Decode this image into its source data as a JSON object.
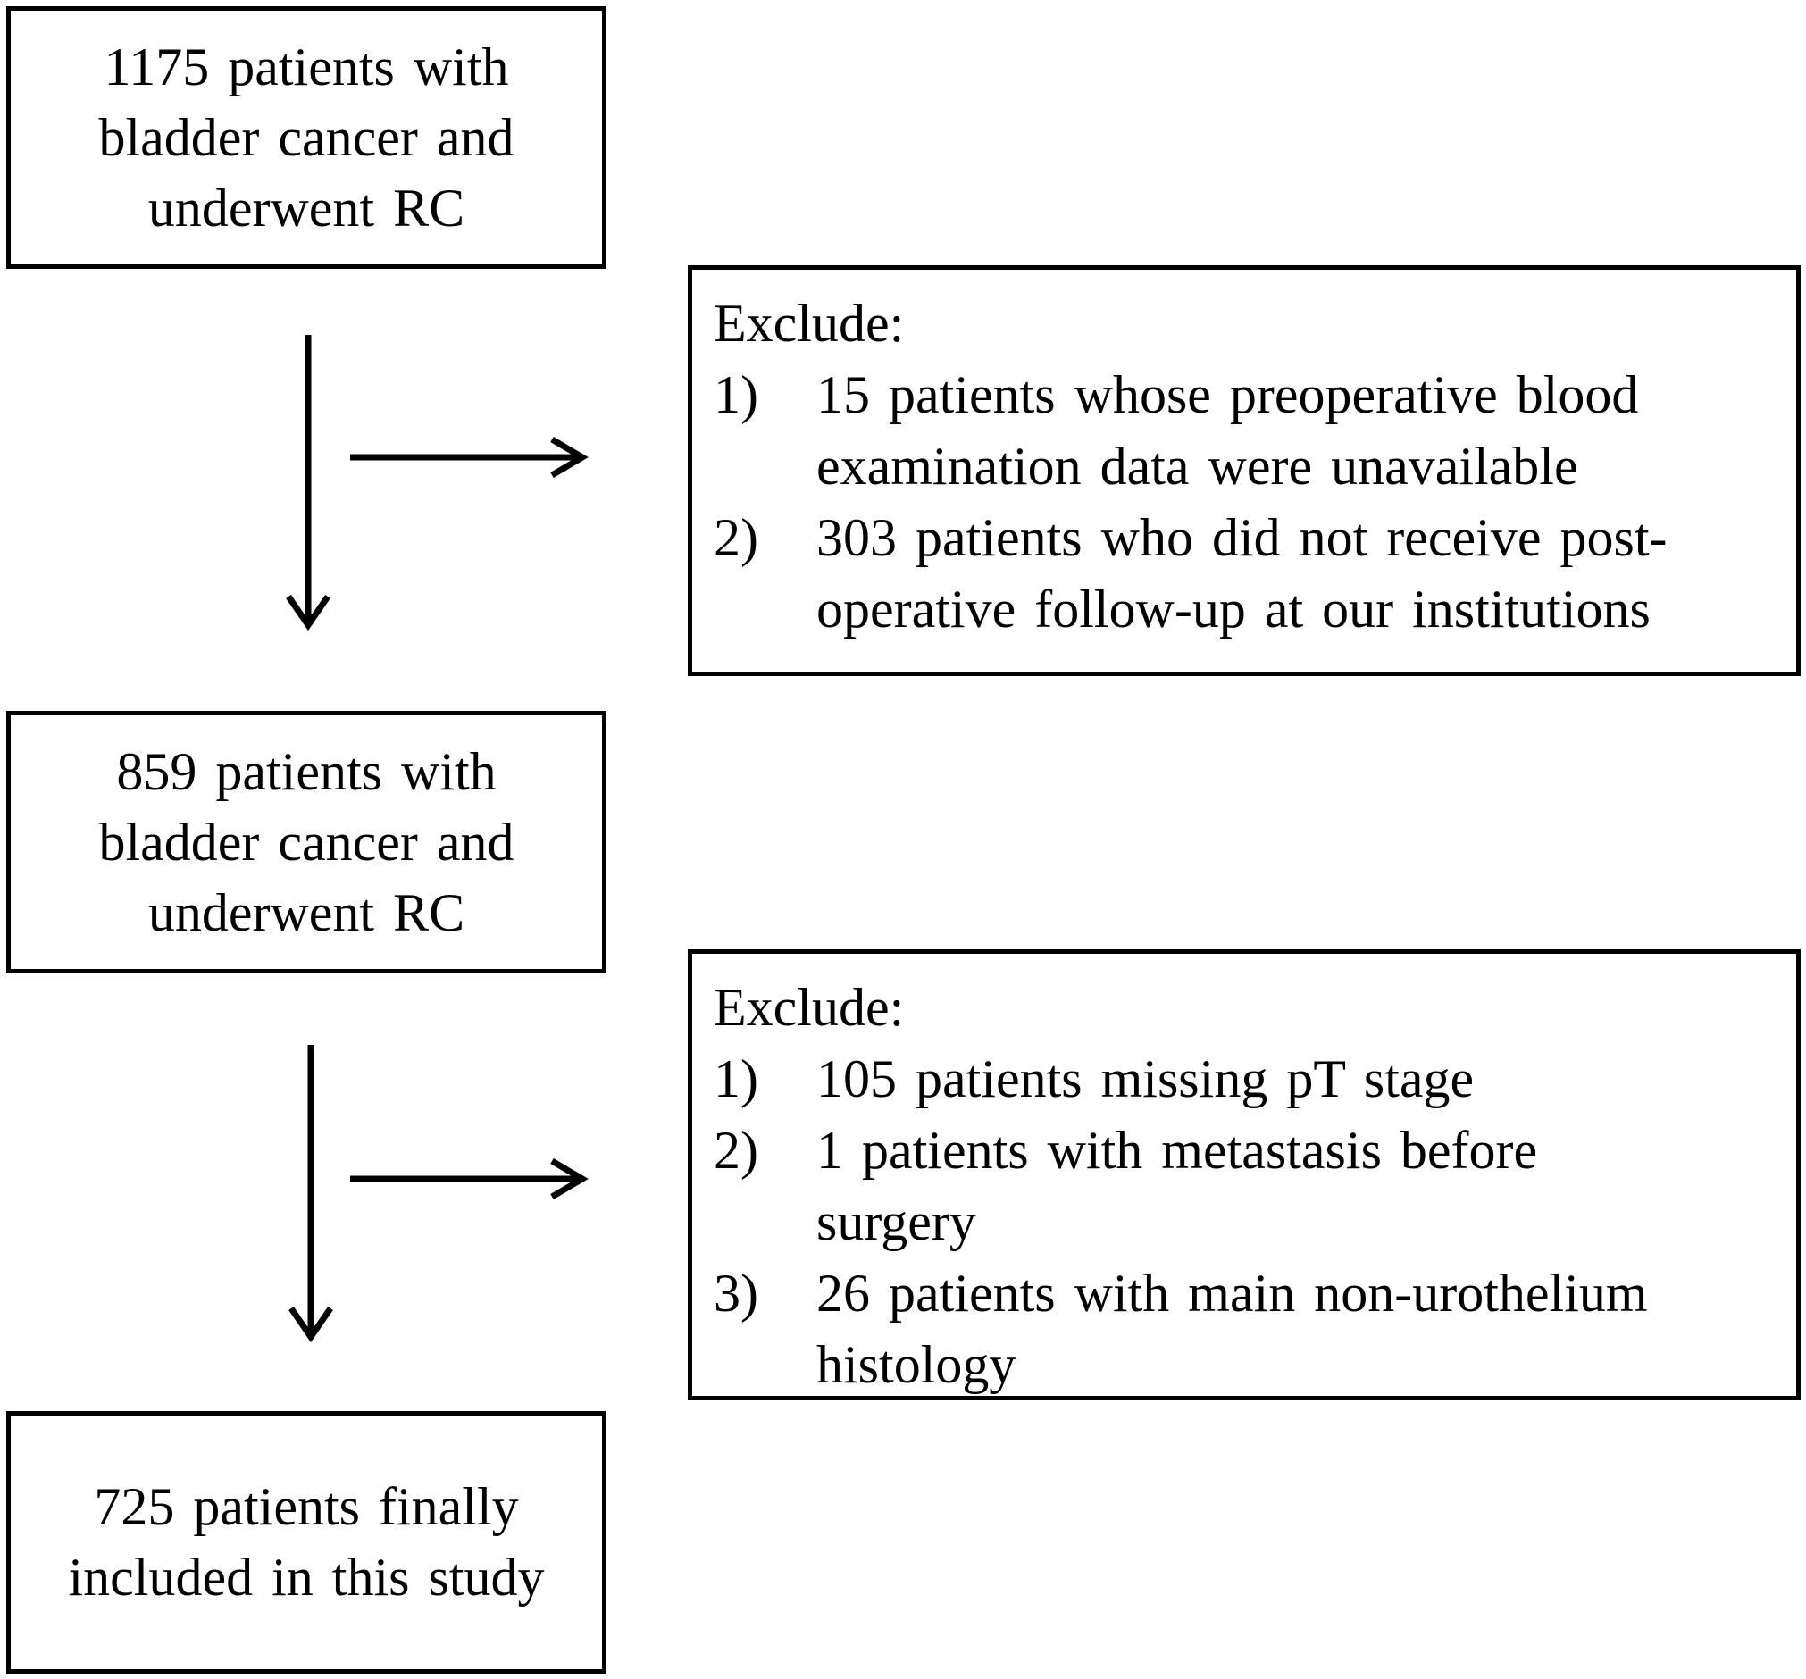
{
  "flow": {
    "step1": {
      "lines": [
        "1175 patients with",
        "bladder cancer and",
        "underwent RC"
      ]
    },
    "exclusion1": {
      "title": "Exclude:",
      "items": [
        {
          "num": "1)",
          "lines": [
            "15 patients whose preoperative blood",
            "examination data were unavailable"
          ]
        },
        {
          "num": "2)",
          "lines": [
            "303 patients who did not receive post-",
            "operative follow-up at our institutions"
          ]
        }
      ]
    },
    "step2": {
      "lines": [
        "859 patients with",
        "bladder cancer and",
        "underwent RC"
      ]
    },
    "exclusion2": {
      "title": "Exclude:",
      "items": [
        {
          "num": "1)",
          "lines": [
            "105 patients missing pT stage"
          ]
        },
        {
          "num": "2)",
          "lines": [
            "1 patients with metastasis before",
            "surgery"
          ]
        },
        {
          "num": "3)",
          "lines": [
            "26 patients with main non-urothelium",
            "histology"
          ]
        }
      ]
    },
    "step3": {
      "lines": [
        "725 patients finally",
        "included in this study"
      ]
    }
  },
  "colors": {
    "stroke": "#000000",
    "background": "#ffffff"
  }
}
